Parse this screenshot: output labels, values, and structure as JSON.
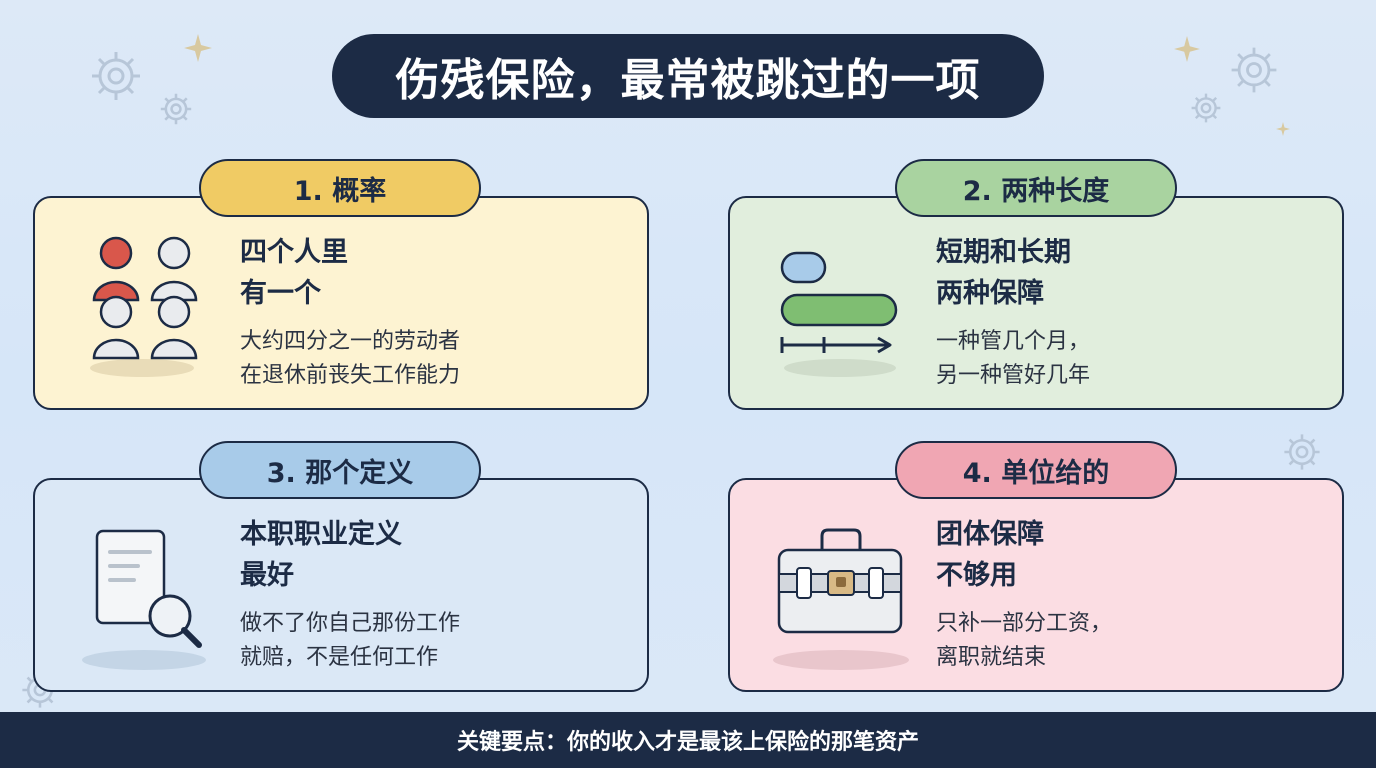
{
  "title": "伤残保险，最常被跳过的一项",
  "cards": [
    {
      "tab": "1. 概率",
      "headline": [
        "四个人里",
        "有一个"
      ],
      "body": [
        "大约四分之一的劳动者",
        "在退休前丧失工作能力"
      ],
      "icon": "people-icon"
    },
    {
      "tab": "2. 两种长度",
      "headline": [
        "短期和长期",
        "两种保障"
      ],
      "body": [
        "一种管几个月，",
        "另一种管好几年"
      ],
      "icon": "duration-bars-icon"
    },
    {
      "tab": "3. 那个定义",
      "headline": [
        "本职职业定义",
        "最好"
      ],
      "body": [
        "做不了你自己那份工作",
        "就赔，不是任何工作"
      ],
      "icon": "document-magnifier-icon"
    },
    {
      "tab": "4. 单位给的",
      "headline": [
        "团体保障",
        "不够用"
      ],
      "body": [
        "只补一部分工资，",
        "离职就结束"
      ],
      "icon": "briefcase-icon"
    }
  ],
  "footer": "关键要点：你的收入才是最该上保险的那笔资产",
  "colors": {
    "navy": "#1c2b45",
    "tab_yellow": "#f0cb64",
    "tab_green": "#a9d3a0",
    "tab_blue": "#a8cbe9",
    "tab_pink": "#f0a6b3",
    "person_red": "#d9574b"
  }
}
